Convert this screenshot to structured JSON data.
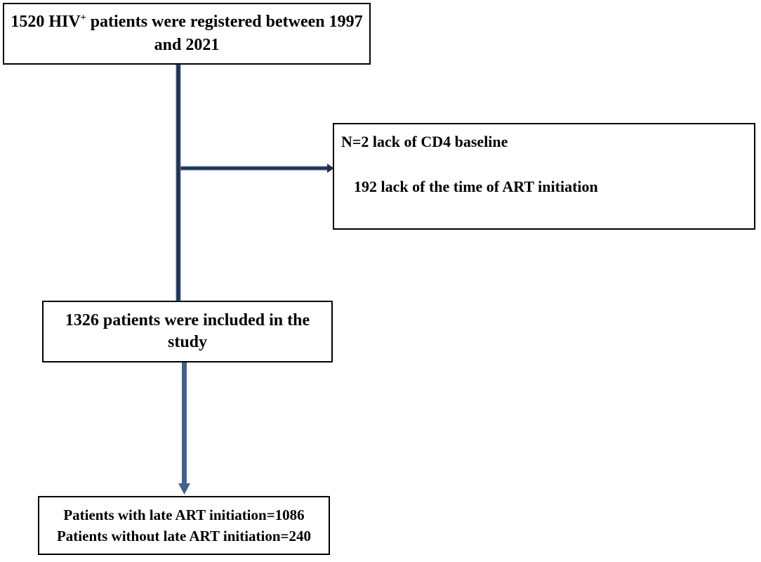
{
  "colors": {
    "connector_fill": "#1e3350",
    "connector_edge": "#5a7aa8",
    "arrow": "#41618f",
    "border": "#000000"
  },
  "boxes": {
    "registered": {
      "count_text": "1520 HIV",
      "superscript": "+",
      "rest_text": " patients were registered between 1997 and 2021"
    },
    "excluded": {
      "line1": "N=2 lack of CD4 baseline",
      "line2": "192 lack of the time of ART initiation"
    },
    "included": {
      "text": "1326 patients were included in the study"
    },
    "outcome": {
      "line1": "Patients with late ART initiation=1086",
      "line2": "Patients without late ART initiation=240"
    }
  }
}
